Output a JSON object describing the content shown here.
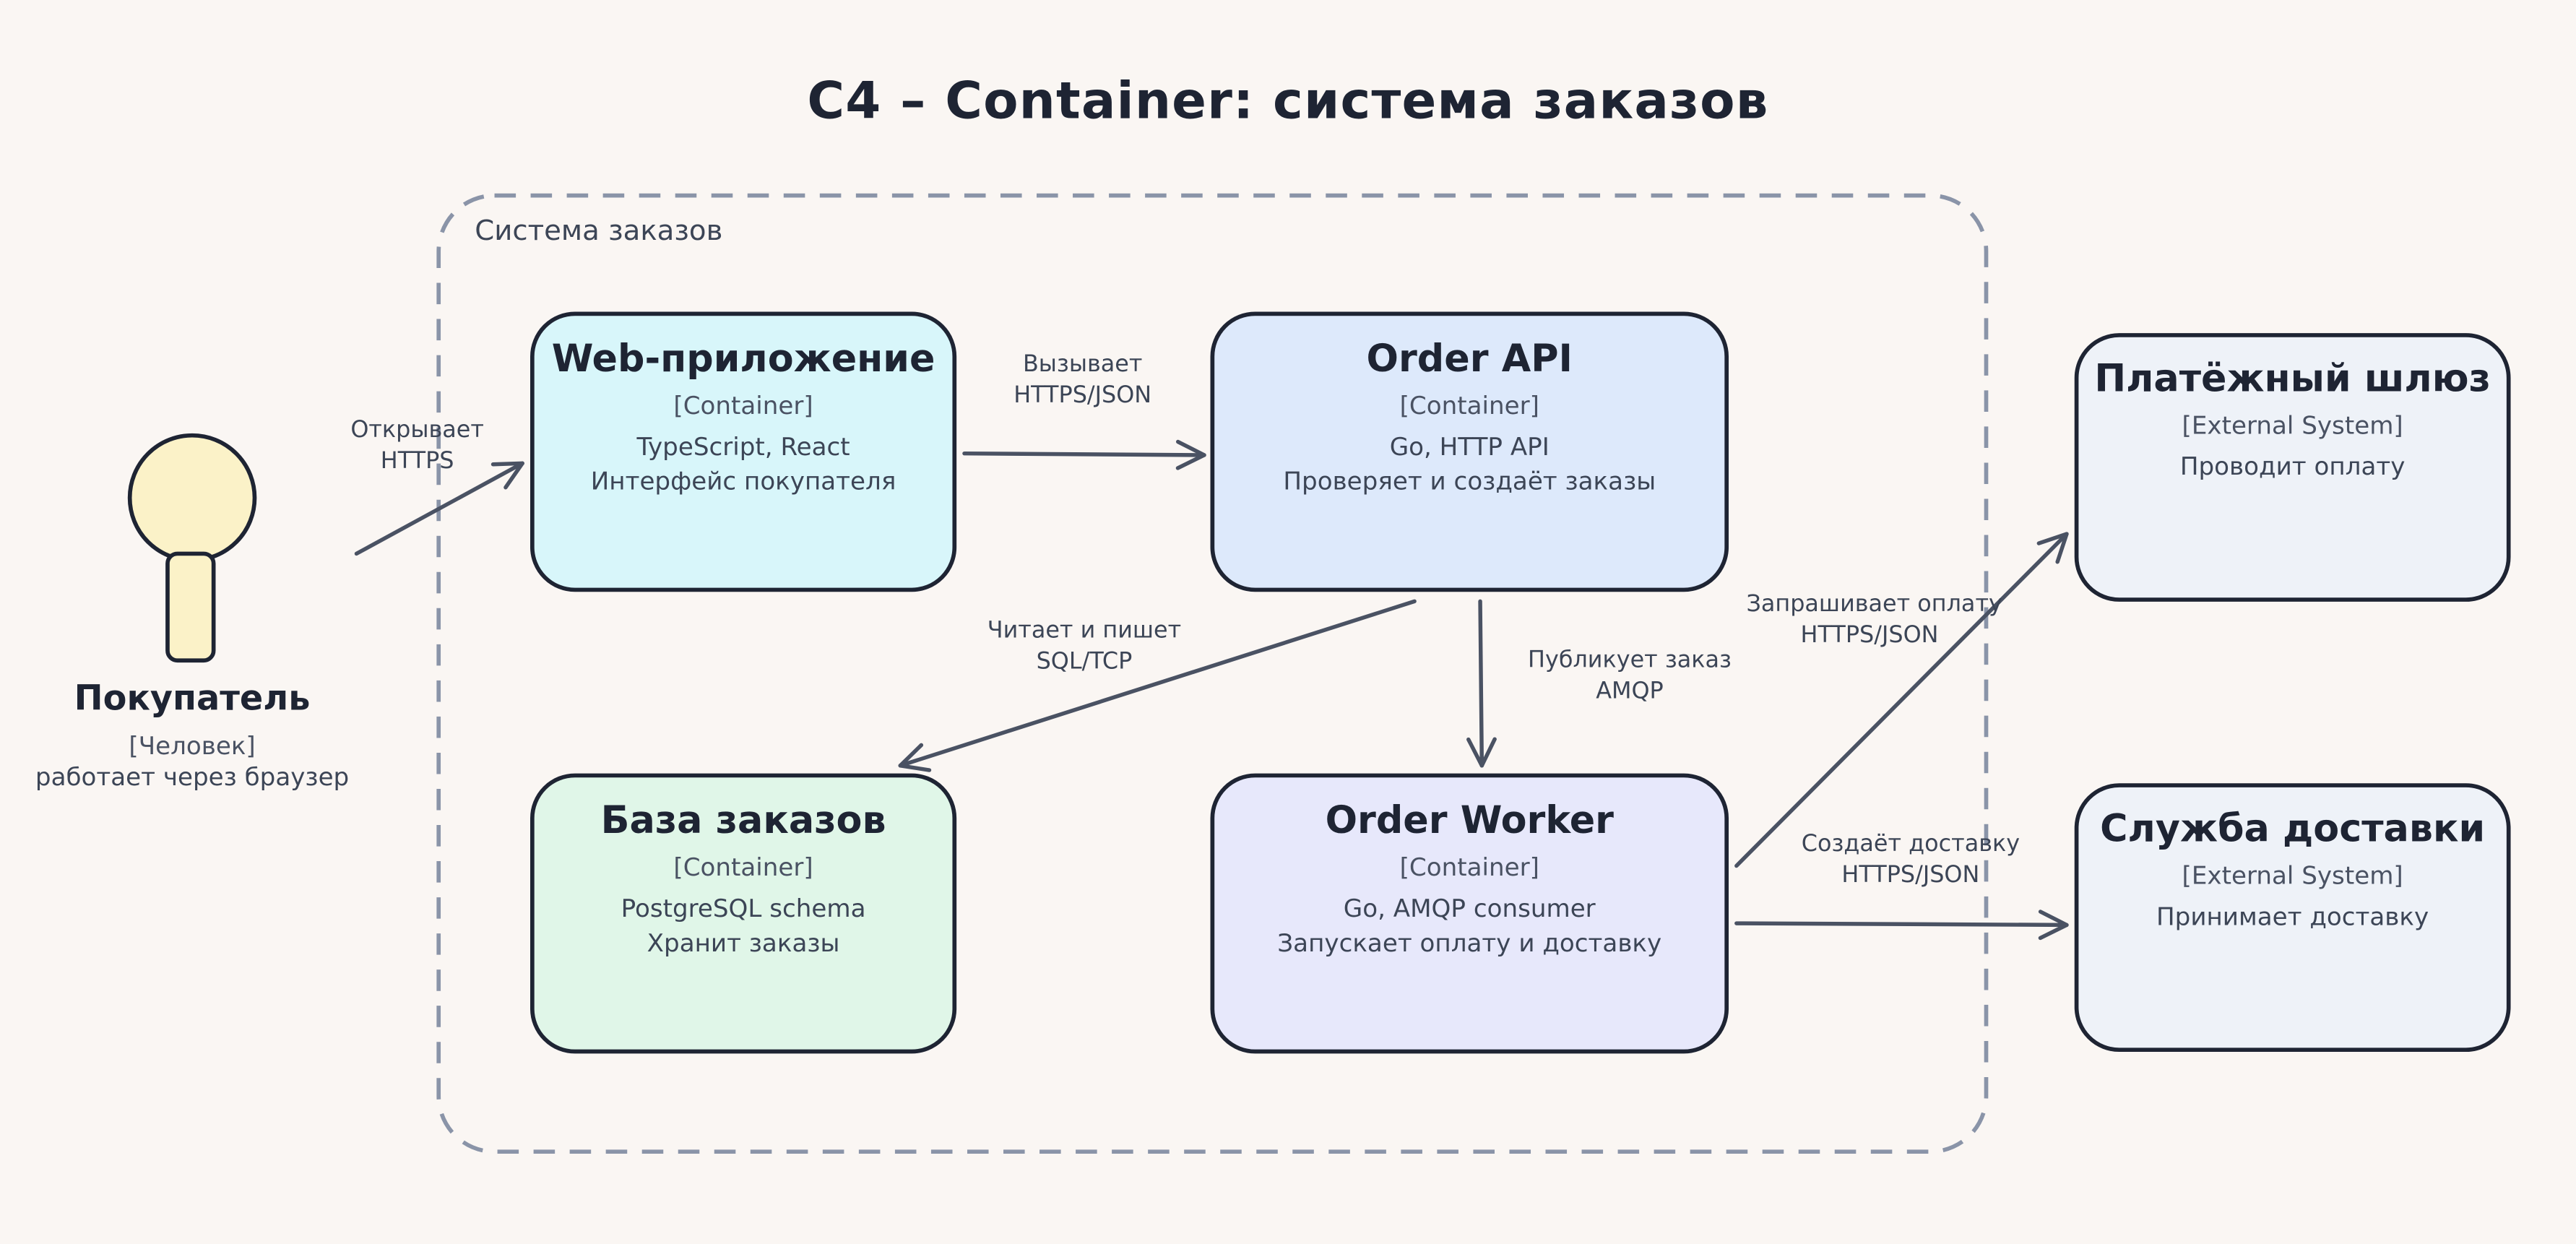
{
  "title": "C4 – Container: система заказов",
  "boundary": {
    "label": "Система заказов"
  },
  "person": {
    "name": "Покупатель",
    "stereotype": "[Человек]",
    "description": "работает через браузер"
  },
  "containers": {
    "web": {
      "title": "Web-приложение",
      "stereotype": "[Container]",
      "tech": "TypeScript, React",
      "description": "Интерфейс покупателя",
      "fill": "#d8f6fa"
    },
    "api": {
      "title": "Order API",
      "stereotype": "[Container]",
      "tech": "Go, HTTP API",
      "description": "Проверяет и создаёт заказы",
      "fill": "#dde9fb"
    },
    "db": {
      "title": "База заказов",
      "stereotype": "[Container]",
      "tech": "PostgreSQL schema",
      "description": "Хранит заказы",
      "fill": "#e0f6e8"
    },
    "worker": {
      "title": "Order Worker",
      "stereotype": "[Container]",
      "tech": "Go, AMQP consumer",
      "description": "Запускает оплату и доставку",
      "fill": "#e7e8fb"
    }
  },
  "external": {
    "payment": {
      "title": "Платёжный шлюз",
      "stereotype": "[External System]",
      "description": "Проводит оплату",
      "fill": "#eef2f8"
    },
    "delivery": {
      "title": "Служба доставки",
      "stereotype": "[External System]",
      "description": "Принимает доставку",
      "fill": "#eef2f8"
    }
  },
  "edges": {
    "opens": {
      "label": "Открывает",
      "tech": "HTTPS"
    },
    "calls": {
      "label": "Вызывает",
      "tech": "HTTPS/JSON"
    },
    "reads": {
      "label": "Читает и пишет",
      "tech": "SQL/TCP"
    },
    "publishes": {
      "label": "Публикует заказ",
      "tech": "AMQP"
    },
    "pay": {
      "label": "Запрашивает оплату",
      "tech": "HTTPS/JSON"
    },
    "deliver": {
      "label": "Создаёт доставку",
      "tech": "HTTPS/JSON"
    }
  },
  "colors": {
    "stroke": "#1e2433",
    "arrow": "#4a5263",
    "boundary": "#8a94a8",
    "person": "#fbf2c8",
    "background": "#faf6f3"
  }
}
